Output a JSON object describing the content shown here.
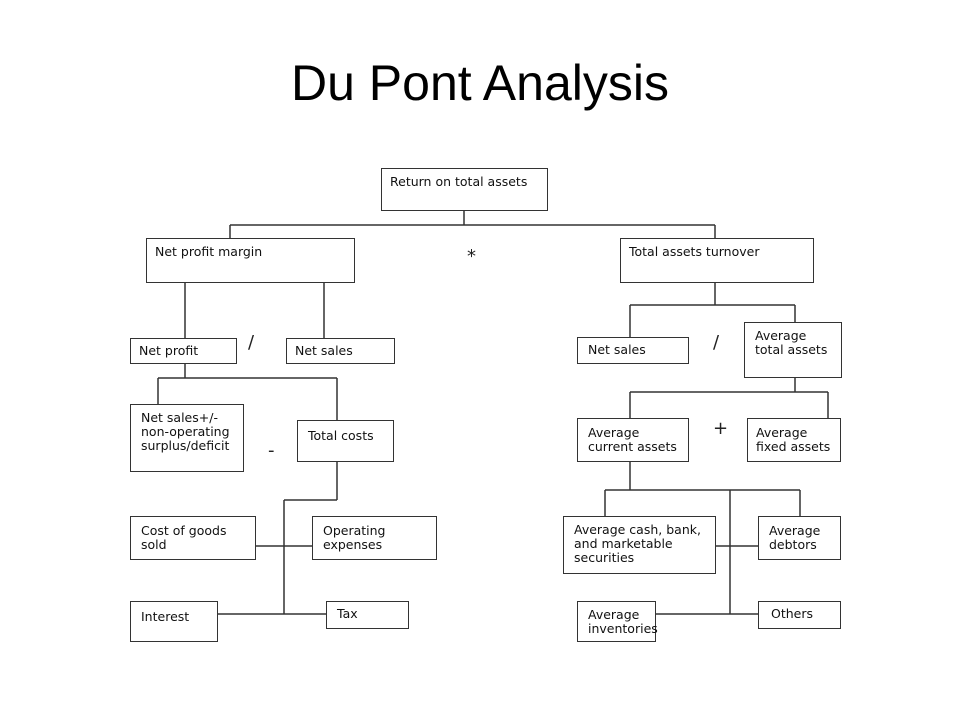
{
  "title": "Du Pont Analysis",
  "nodes": {
    "return_on_total_assets": "Return on total assets",
    "net_profit_margin": "Net profit margin",
    "total_assets_turnover": "Total assets turnover",
    "net_profit": "Net profit",
    "net_sales_left": "Net sales",
    "net_sales_right": "Net sales",
    "average_total_assets": "Average\ntotal assets",
    "net_sales_non_operating": "Net sales+/-\nnon-operating\nsurplus/deficit",
    "total_costs": "Total costs",
    "average_current_assets": "Average\ncurrent assets",
    "average_fixed_assets": "Average\nfixed assets",
    "cost_of_goods_sold": "Cost of goods\nsold",
    "operating_expenses": "Operating\nexpenses",
    "interest": "Interest",
    "tax": "Tax",
    "average_cash_bank": "Average cash, bank,\nand marketable\nsecurities",
    "average_debtors": "Average\ndebtors",
    "average_inventories": "Average\ninventories",
    "others": "Others"
  },
  "operators": {
    "multiply": "*",
    "divide_left": "/",
    "divide_right": "/",
    "minus": "-",
    "plus": "+"
  }
}
